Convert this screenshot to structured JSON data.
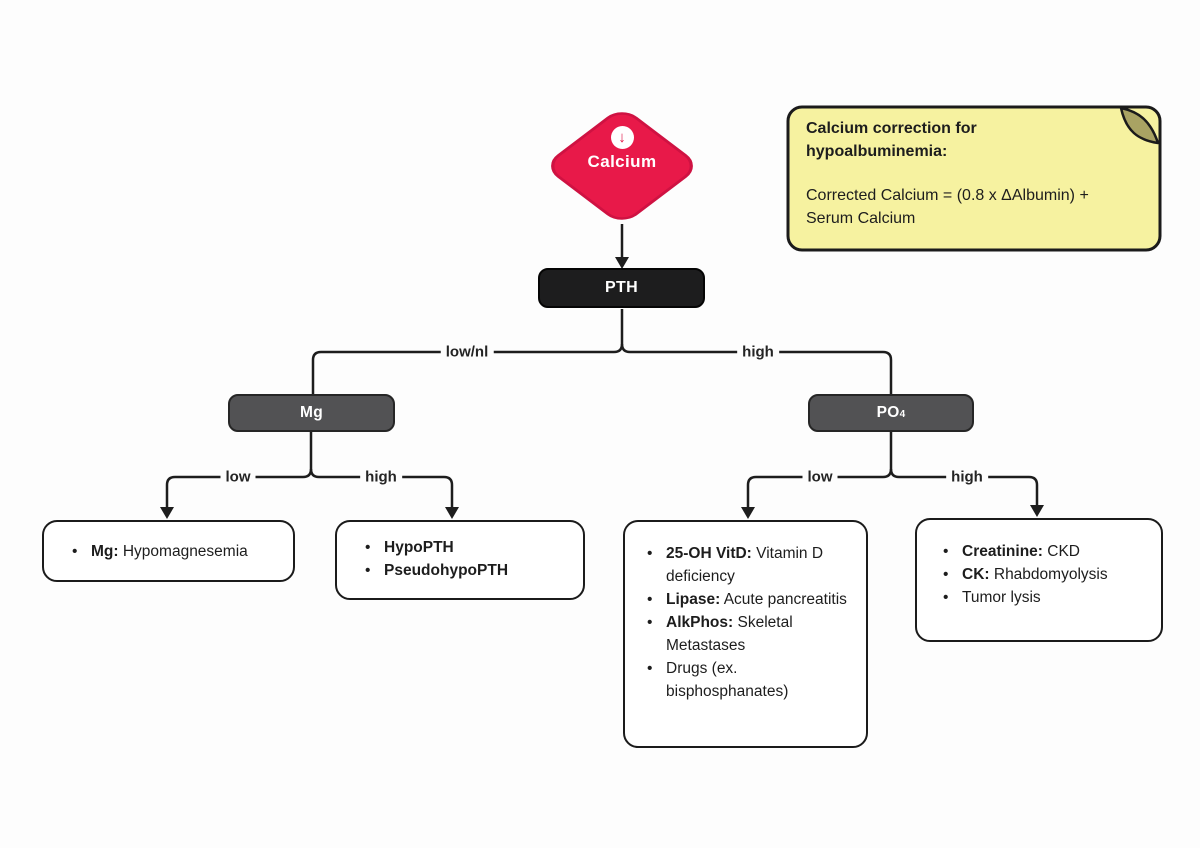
{
  "palette": {
    "diamond_red": "#e81949",
    "diamond_border": "#cf1242",
    "pth_black": "#1d1d1e",
    "pill_gray": "#525254",
    "note_yellow": "#f6f2a0",
    "note_fold": "#a9a363",
    "ink": "#1d1d1d",
    "box_bg": "#ffffff"
  },
  "root": {
    "label": "Calcium",
    "icon_glyph": "↓"
  },
  "pth": {
    "label": "PTH"
  },
  "mg": {
    "label": "Mg"
  },
  "po4": {
    "label_main": "PO",
    "label_sub": "4"
  },
  "branches": {
    "pth_low": "low/nl",
    "pth_high": "high",
    "mg_low": "low",
    "mg_high": "high",
    "po4_low": "low",
    "po4_high": "high"
  },
  "note": {
    "title": "Calcium correction for hypoalbuminemia:",
    "body": "Corrected Calcium = (0.8 x ΔAlbumin) + Serum Calcium"
  },
  "outcomes": {
    "mg_low": {
      "items": [
        {
          "lead": "Mg:",
          "rest": " Hypomagnesemia"
        }
      ]
    },
    "mg_high": {
      "items": [
        {
          "lead": "HypoPTH",
          "rest": ""
        },
        {
          "lead": "PseudohypoPTH",
          "rest": ""
        }
      ]
    },
    "po4_low": {
      "items": [
        {
          "lead": "25-OH VitD:",
          "rest": " Vitamin D deficiency"
        },
        {
          "lead": "Lipase:",
          "rest": " Acute pancreatitis"
        },
        {
          "lead": "AlkPhos:",
          "rest": " Skeletal Metastases"
        },
        {
          "lead": "",
          "rest": "Drugs (ex. bisphosphanates)"
        }
      ]
    },
    "po4_high": {
      "items": [
        {
          "lead": "Creatinine:",
          "rest": " CKD"
        },
        {
          "lead": "CK:",
          "rest": " Rhabdomyolysis"
        },
        {
          "lead": "",
          "rest": "Tumor lysis"
        }
      ]
    }
  }
}
